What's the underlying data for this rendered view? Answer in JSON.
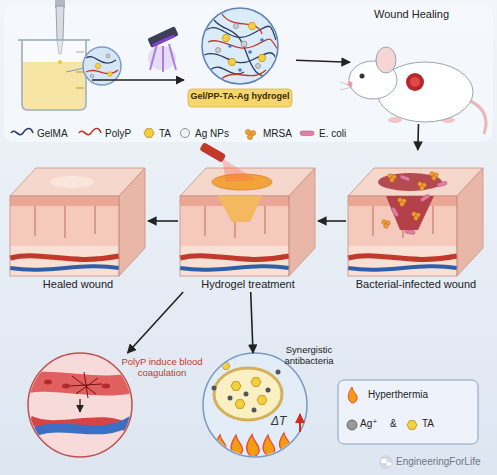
{
  "diagram": {
    "nodes": [
      {
        "text": [
          "Gel/PP-TA-Ag hydrogel"
        ]
      },
      {
        "text": [
          "Wound Healing"
        ]
      },
      {
        "text": [
          "Healed wound"
        ]
      },
      {
        "text": [
          "Hydrogel treatment"
        ]
      },
      {
        "text": [
          "Bacterial-infected wound"
        ]
      },
      {
        "text": [
          "PolyP induce blood coagulation"
        ]
      },
      {
        "text": [
          "Synergistic antibacteria",
          "ΔT"
        ]
      },
      {
        "text": [
          "Hyperthermia",
          "Ag⁺",
          "&",
          "TA"
        ]
      }
    ],
    "edges": [
      {
        "from": 0,
        "to": 1,
        "arrow": "to"
      },
      {
        "from": 1,
        "to": 4,
        "arrow": "to"
      },
      {
        "from": 4,
        "to": 3,
        "arrow": "to"
      },
      {
        "from": 3,
        "to": 2,
        "arrow": "to"
      },
      {
        "from": 3,
        "to": 5,
        "arrow": "to"
      },
      {
        "from": 3,
        "to": 6,
        "arrow": "to"
      }
    ],
    "labels": [
      "EngineeringForLife"
    ],
    "legend": [
      {
        "text": "GelMA"
      },
      {
        "text": "PolyP"
      },
      {
        "text": "TA"
      },
      {
        "text": "Ag NPs"
      },
      {
        "text": "MRSA"
      },
      {
        "text": "E. coli"
      }
    ]
  }
}
